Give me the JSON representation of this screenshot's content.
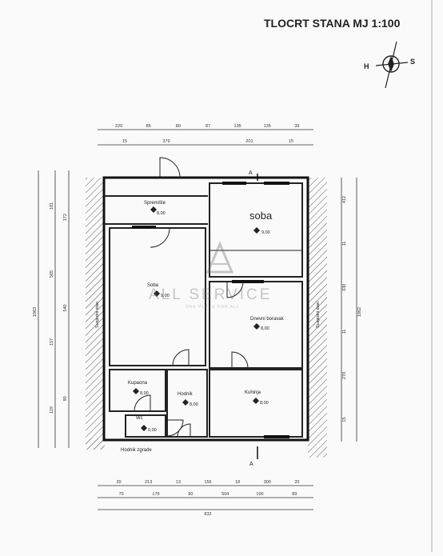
{
  "header": {
    "title": "TLOCRT STANA MJ 1:100"
  },
  "compass": {
    "left_label": "H",
    "right_label": "S",
    "icon": "compass-rose-icon"
  },
  "watermark": {
    "brand": "ALL SERVICE",
    "tagline": "ONE PLACE FOR ALL",
    "icon": "triangle-logo-icon"
  },
  "rooms": {
    "spremiste": {
      "name": "Spremište",
      "area": "8,00"
    },
    "soba_top": {
      "name": "soba",
      "area": "9,00"
    },
    "soba": {
      "name": "Soba",
      "area": "9,00"
    },
    "dnevni": {
      "name": "Dnevni boravak",
      "area": "8,00"
    },
    "kupaona": {
      "name": "Kupaona",
      "area": "8,00"
    },
    "hodnik": {
      "name": "Hodnik",
      "area": "8,00"
    },
    "kuhinja": {
      "name": "Kuhinja",
      "area": "8,00"
    },
    "wc": {
      "name": "Wc",
      "area": "0,00"
    }
  },
  "labels": {
    "hodnik_zgrade": "Hodnik zgrade",
    "susjedni_left": "Susjedni stan",
    "susjedni_right": "Susjedni stan",
    "section_marker_top": "A",
    "section_marker_bottom": "A"
  },
  "dims": {
    "top_row1": [
      "220",
      "85",
      "80",
      "87",
      "135",
      "135",
      "39"
    ],
    "top_row2": [
      "15",
      "379",
      "",
      "201",
      "15"
    ],
    "bottom_row1": [
      "20",
      "213",
      "13",
      "156",
      "18",
      "300",
      "20"
    ],
    "bottom_row2": [
      "70",
      "179",
      "90",
      "504",
      "100",
      "89"
    ],
    "bottom_total": "832",
    "left_outer": "1063",
    "left_mid": [
      "181",
      "565",
      "157",
      "119"
    ],
    "left_inner": [
      "172",
      "540",
      "90"
    ],
    "right_dims": [
      "412",
      "11",
      "330",
      "11",
      "270",
      "15"
    ],
    "right_total": "1062"
  }
}
